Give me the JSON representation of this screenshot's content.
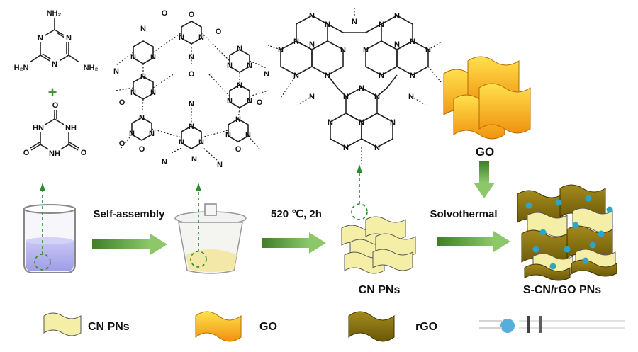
{
  "labels": {
    "plus": "+",
    "step1": "Self-assembly",
    "step2": "520 ℃, 2h",
    "step3": "Solvothermal",
    "go_top": "GO",
    "cn_product": "CN PNs",
    "final_product": "S-CN/rGO PNs"
  },
  "atoms": {
    "nh2": "NH₂",
    "h2n": "H₂N",
    "nh": "NH",
    "hn": "HN",
    "n": "N",
    "o": "O"
  },
  "legend": [
    {
      "label": "CN PNs"
    },
    {
      "label": "GO"
    },
    {
      "label": "rGO"
    }
  ],
  "colors": {
    "arrow_green": "#5aa63c",
    "cn_sheet": "#f3eea1",
    "go_top": "#ffd633",
    "go_bottom": "#f39c12",
    "rgo": "#8a7410",
    "dot_blue": "#2aa6c8"
  }
}
